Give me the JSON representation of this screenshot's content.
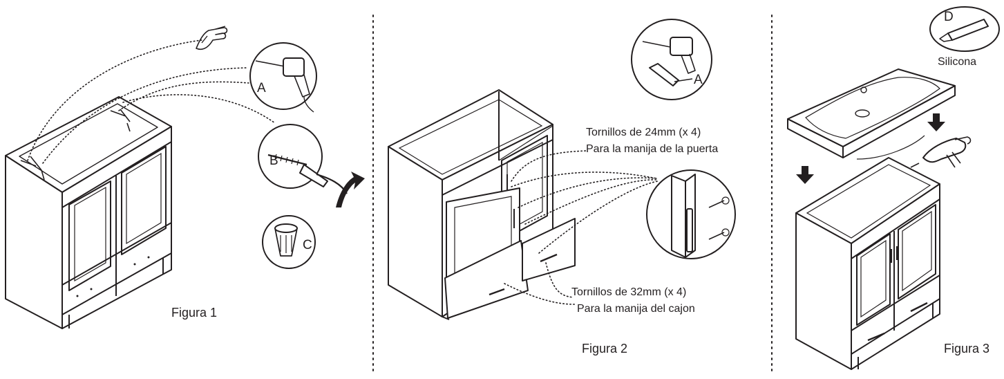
{
  "figures": [
    {
      "caption": "Figura 1"
    },
    {
      "caption": "Figura 2"
    },
    {
      "caption": "Figura 3"
    }
  ],
  "tool_labels": {
    "fig1_drill": "A",
    "fig1_screw": "B",
    "fig1_anchor": "C",
    "fig2_tools": "A",
    "fig3_silicone": "D"
  },
  "silicone_label": "Silicona",
  "annotations": {
    "door_screws_line1": "Tornillos de 24mm (x 4)",
    "door_screws_line2": "Para la manija de la puerta",
    "drawer_screws_line1": "Tornillos de 32mm (x 4)",
    "drawer_screws_line2": "Para la manija del cajon"
  },
  "colors": {
    "ink": "#231f20",
    "background": "#ffffff"
  }
}
